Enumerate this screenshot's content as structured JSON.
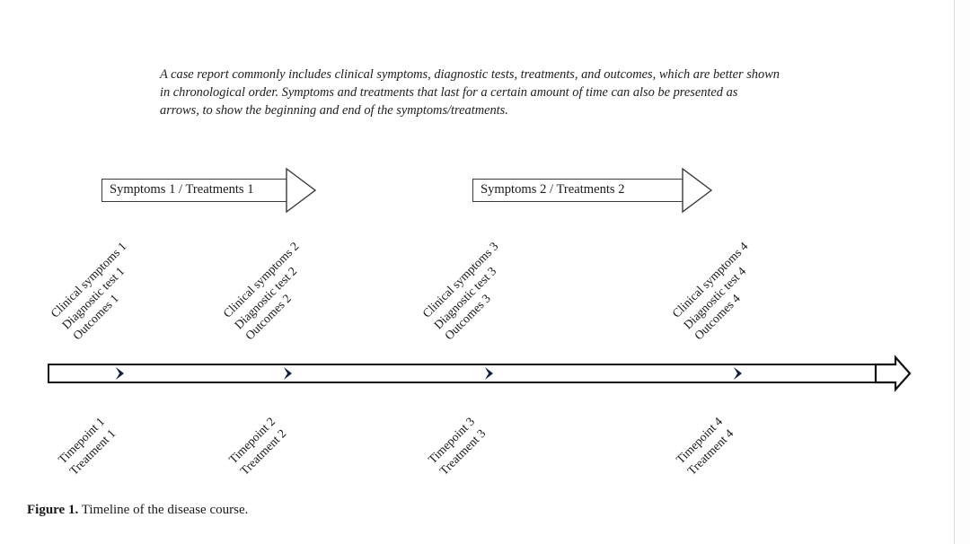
{
  "intro": {
    "text": "A case report commonly includes clinical symptoms, diagnostic tests, treatments, and outcomes, which are better shown in chronological order. Symptoms and treatments that last for a certain amount of time can also be presented as arrows, to show the beginning and end of the symptoms/treatments."
  },
  "duration_arrows": [
    {
      "label": "Symptoms 1 / Treatments 1"
    },
    {
      "label": "Symptoms 2 / Treatments 2"
    }
  ],
  "timepoints": [
    {
      "upper": [
        "Clinical symptoms 1",
        "Diagnostic test 1",
        "Outcomes 1"
      ],
      "lower": [
        "Timepoint 1",
        "Treatment 1"
      ]
    },
    {
      "upper": [
        "Clinical symptoms 2",
        "Diagnostic test 2",
        "Outcomes 2"
      ],
      "lower": [
        "Timepoint 2",
        "Treatment 2"
      ]
    },
    {
      "upper": [
        "Clinical symptoms 3",
        "Diagnostic test 3",
        "Outcomes 3"
      ],
      "lower": [
        "Timepoint 3",
        "Treatment 3"
      ]
    },
    {
      "upper": [
        "Clinical symptoms 4",
        "Diagnostic test 4",
        "Outcomes 4"
      ],
      "lower": [
        "Timepoint 4",
        "Treatment 4"
      ]
    }
  ],
  "caption": {
    "label": "Figure 1.",
    "text": " Timeline of the disease course."
  },
  "colors": {
    "ink": "#1a1a1a",
    "line": "#111111",
    "marker": "#12203f",
    "page_divider": "#d9d9d9"
  }
}
